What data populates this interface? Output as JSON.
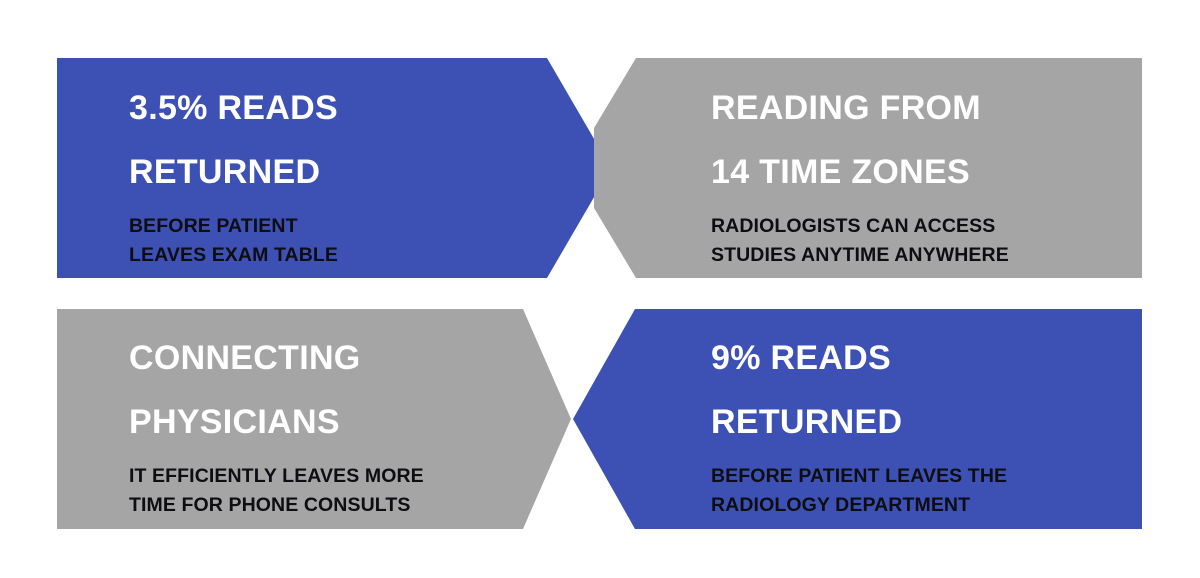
{
  "colors": {
    "blue": "#3d51b5",
    "gray": "#a5a5a5",
    "headline": "#ffffff",
    "subtext": "#0d0d12"
  },
  "panels": [
    {
      "id": "top-left",
      "fill": "blue",
      "headline": [
        "3.5% READS",
        "RETURNED"
      ],
      "sub": [
        "BEFORE PATIENT",
        "LEAVES EXAM TABLE"
      ]
    },
    {
      "id": "top-right",
      "fill": "gray",
      "headline": [
        "READING FROM",
        "14 TIME ZONES"
      ],
      "sub": [
        "RADIOLOGISTS CAN ACCESS",
        "STUDIES ANYTIME ANYWHERE"
      ]
    },
    {
      "id": "bottom-left",
      "fill": "gray",
      "headline": [
        "CONNECTING",
        "PHYSICIANS"
      ],
      "sub": [
        "IT EFFICIENTLY LEAVES MORE",
        "TIME FOR PHONE CONSULTS"
      ]
    },
    {
      "id": "bottom-right",
      "fill": "blue",
      "headline": [
        "9% READS",
        "RETURNED"
      ],
      "sub": [
        "BEFORE PATIENT LEAVES THE",
        "RADIOLOGY DEPARTMENT"
      ]
    }
  ]
}
